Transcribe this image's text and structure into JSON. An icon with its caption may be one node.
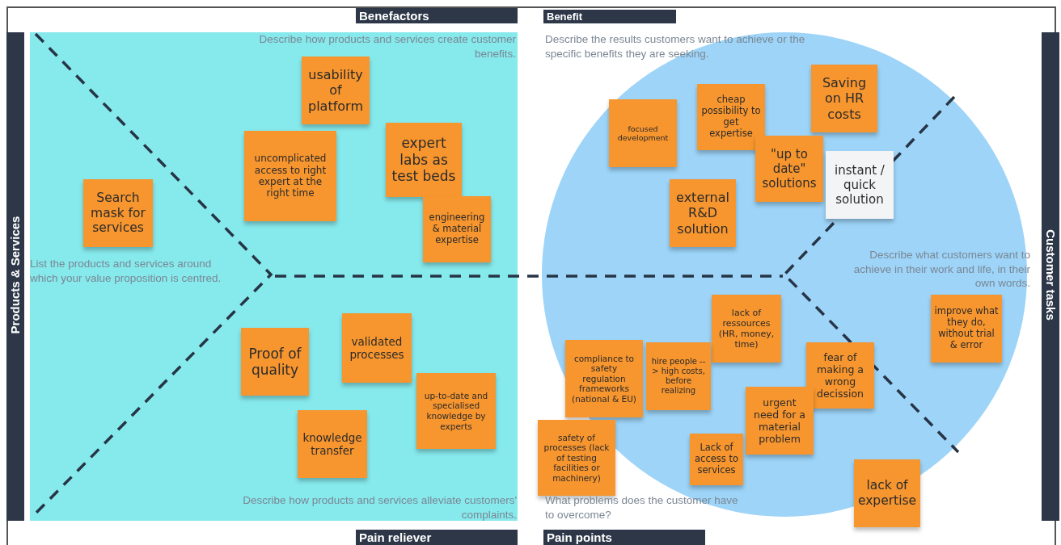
{
  "diagram": {
    "nodes": [
      {
        "text": [
          "usability of platform"
        ]
      },
      {
        "text": [
          "uncomplicated access to right expert at the right time"
        ]
      },
      {
        "text": [
          "expert labs as test beds"
        ]
      },
      {
        "text": [
          "engineering & material expertise"
        ]
      },
      {
        "text": [
          "Search mask for services"
        ]
      },
      {
        "text": [
          "Proof of quality"
        ]
      },
      {
        "text": [
          "validated processes"
        ]
      },
      {
        "text": [
          "up-to-date and specialised knowledge by experts"
        ]
      },
      {
        "text": [
          "knowledge transfer"
        ]
      },
      {
        "text": [
          "focused development"
        ]
      },
      {
        "text": [
          "cheap possibility to get expertise"
        ]
      },
      {
        "text": [
          "Saving on HR costs"
        ]
      },
      {
        "text": [
          "\"up to date\" solutions"
        ]
      },
      {
        "text": [
          "instant / quick solution"
        ]
      },
      {
        "text": [
          "external R&D solution"
        ]
      },
      {
        "text": [
          "improve what they do, without trial & error"
        ]
      },
      {
        "text": [
          "lack of ressources (HR, money, time)"
        ]
      },
      {
        "text": [
          "compliance to safety regulation frameworks (national & EU)"
        ]
      },
      {
        "text": [
          "hire people --> high costs, before realizing"
        ]
      },
      {
        "text": [
          "fear of making a wrong decission"
        ]
      },
      {
        "text": [
          "urgent need for a material problem"
        ]
      },
      {
        "text": [
          "safety of processes (lack of testing facilities or machinery)"
        ]
      },
      {
        "text": [
          "Lack of access to services"
        ]
      },
      {
        "text": [
          "lack of expertise"
        ]
      }
    ],
    "edges": [],
    "labels": [
      "Benefactors",
      "Benefit",
      "Describe how products and services create customer benefits.",
      "Describe the results customers want to achieve or the specific benefits they are seeking.",
      "Products & Services",
      "List the products and services around which your value proposition is centred.",
      "Customer tasks",
      "Describe what customers want to achieve in their work and life, in their own words.",
      "Describe how products and services alleviate customers' complaints.",
      "What problems does the customer have to overcome?",
      "Pain reliever",
      "Pain points"
    ]
  }
}
